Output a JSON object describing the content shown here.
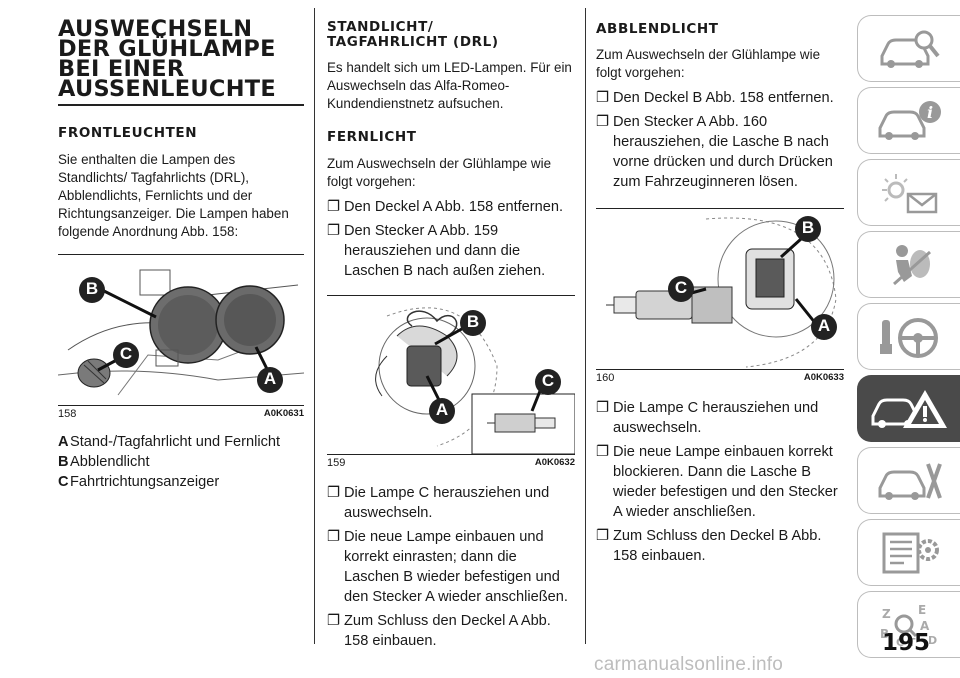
{
  "col1": {
    "heading": "AUSWECHSELN DER GLÜHLAMPE BEI EINER AUSSENLEUCHTE",
    "subheading": "FRONTLEUCHTEN",
    "intro": "Sie enthalten die Lampen des Standlichts/ Tagfahrlichts (DRL), Abblendlichts, Fernlichts und der Richtungsanzeiger. Die Lampen haben folgende Anordnung Abb. 158:",
    "figure": {
      "number": "158",
      "code": "A0K0631",
      "labels": [
        "B",
        "C",
        "A"
      ]
    },
    "legend": [
      {
        "key": "A",
        "text": "Stand-/Tagfahrlicht und Fernlicht"
      },
      {
        "key": "B",
        "text": "Abblendlicht"
      },
      {
        "key": "C",
        "text": "Fahrtrichtungsanzeiger"
      }
    ]
  },
  "col2": {
    "heading": "STANDLICHT/ TAGFAHRLICHT (DRL)",
    "intro": "Es handelt sich um LED-Lampen. Für ein Auswechseln das Alfa-Romeo-Kundendienstnetz aufsuchen.",
    "subheading": "FERNLICHT",
    "lead": "Zum Auswechseln der Glühlampe wie folgt vorgehen:",
    "steps_before": [
      "Den Deckel A Abb. 158 entfernen.",
      "Den Stecker A Abb. 159 herausziehen und dann die Laschen B nach außen ziehen."
    ],
    "figure": {
      "number": "159",
      "code": "A0K0632",
      "labels": [
        "B",
        "C",
        "A"
      ]
    },
    "steps_after": [
      "Die Lampe C herausziehen und auswechseln.",
      "Die neue Lampe einbauen und korrekt einrasten; dann die Laschen B wieder befestigen und den Stecker A wieder anschließen.",
      "Zum Schluss den Deckel A Abb. 158 einbauen."
    ]
  },
  "col3": {
    "subheading": "ABBLENDLICHT",
    "lead": "Zum Auswechseln der Glühlampe wie folgt vorgehen:",
    "steps_before": [
      "Den Deckel B Abb. 158 entfernen.",
      "Den Stecker A Abb. 160 herausziehen, die Lasche B nach vorne drücken und durch Drücken zum Fahrzeuginneren lösen."
    ],
    "figure": {
      "number": "160",
      "code": "A0K0633",
      "labels": [
        "B",
        "C",
        "A"
      ]
    },
    "steps_after": [
      "Die Lampe C herausziehen und auswechseln.",
      "Die neue Lampe einbauen korrekt blockieren. Dann die Lasche B wieder befestigen und den Stecker A wieder anschließen.",
      "Zum Schluss den Deckel B Abb. 158 einbauen."
    ]
  },
  "bullet_glyph": "❐",
  "sidebar": {
    "tabs": [
      {
        "icon": "car-search-icon"
      },
      {
        "icon": "car-info-icon"
      },
      {
        "icon": "warning-lights-icon"
      },
      {
        "icon": "airbag-icon"
      },
      {
        "icon": "steering-wheel-icon"
      },
      {
        "icon": "breakdown-warning-icon",
        "active": true
      },
      {
        "icon": "car-maintenance-icon"
      },
      {
        "icon": "technical-data-icon"
      },
      {
        "icon": "alphabetical-index-icon"
      }
    ]
  },
  "page_number": "195",
  "watermark": "carmanualsonline.info"
}
